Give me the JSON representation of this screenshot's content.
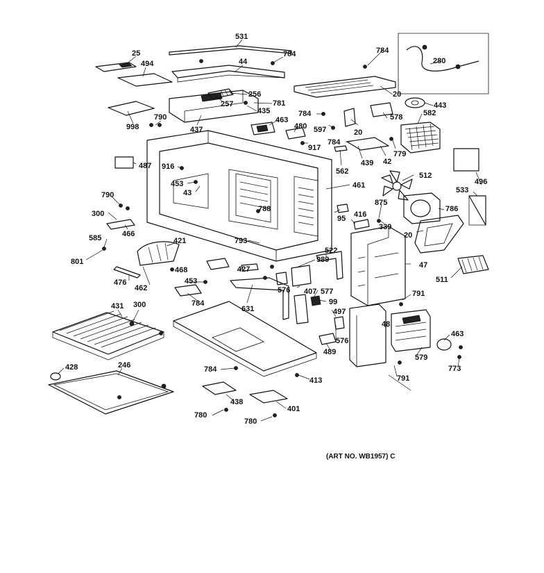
{
  "art_number": "(ART NO. WB1957) C",
  "labels": {
    "l25": "25",
    "l494": "494",
    "l531a": "531",
    "l784a": "784",
    "l44": "44",
    "l256": "256",
    "l257": "257",
    "l781": "781",
    "l435": "435",
    "l998": "998",
    "l790a": "790",
    "l437": "437",
    "l463a": "463",
    "l480": "480",
    "l917": "917",
    "l784b": "784",
    "l20a": "20",
    "l443": "443",
    "l784c": "784",
    "l597": "597",
    "l20b": "20",
    "l578": "578",
    "l582": "582",
    "l784d": "784",
    "l439": "439",
    "l42": "42",
    "l779": "779",
    "l562": "562",
    "l280": "280",
    "l487": "487",
    "l916": "916",
    "l453a": "453",
    "l43": "43",
    "l461": "461",
    "l512": "512",
    "l496": "496",
    "l533": "533",
    "l790b": "790",
    "l300a": "300",
    "l466": "466",
    "l788": "788",
    "l416": "416",
    "l875": "875",
    "l786": "786",
    "l95": "95",
    "l339": "339",
    "l20c": "20",
    "l585": "585",
    "l801": "801",
    "l421": "421",
    "l793": "793",
    "l522": "522",
    "l989": "989",
    "l468": "468",
    "l427": "427",
    "l47": "47",
    "l476": "476",
    "l462": "462",
    "l453b": "453",
    "l576a": "576",
    "l407": "407",
    "l577": "577",
    "l511": "511",
    "l784e": "784",
    "l631": "631",
    "l99": "99",
    "l791a": "791",
    "l431": "431",
    "l300b": "300",
    "l497": "497",
    "l48": "48",
    "l463b": "463",
    "l576b": "576",
    "l489": "489",
    "l579": "579",
    "l773": "773",
    "l428": "428",
    "l246": "246",
    "l784f": "784",
    "l413": "413",
    "l791b": "791",
    "l438": "438",
    "l401": "401",
    "l780a": "780",
    "l780b": "780"
  }
}
